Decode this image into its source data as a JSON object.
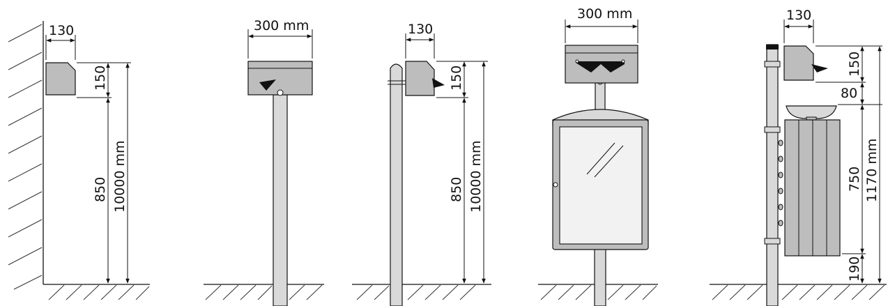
{
  "colors": {
    "line": "#111111",
    "fill_grey": "#bdbdbd",
    "fill_light": "#d9d9d9",
    "glass": "#f2f2f2",
    "background": "#ffffff"
  },
  "variants": {
    "wall": {
      "width": "130",
      "height_unit": "150",
      "mount_height": "850",
      "total_height": "10000 mm"
    },
    "post_front": {
      "width": "300 mm"
    },
    "post_side": {
      "width": "130",
      "height_unit": "150",
      "mount_height": "850",
      "total_height": "10000 mm"
    },
    "noticeboard": {
      "width": "300 mm"
    },
    "bin": {
      "width": "130",
      "height_unit": "150",
      "gap": "80",
      "bin_height": "750",
      "ground_gap": "190",
      "total_height": "1170 mm"
    }
  }
}
